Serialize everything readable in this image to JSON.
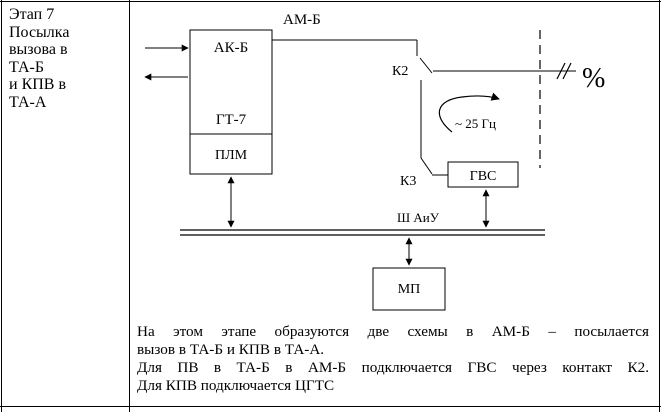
{
  "stage": {
    "lines": [
      "Этап 7",
      "Посылка",
      "вызова в",
      "ТА-Б",
      "и КПВ в",
      "ТА-А"
    ]
  },
  "diagram": {
    "station_label": "АМ-Б",
    "block_ak": "АК-Б",
    "block_gt": "ГТ-7",
    "block_plm": "ПЛМ",
    "block_gvs": "ГВС",
    "block_mp": "МП",
    "contact_k2": "К2",
    "contact_k3": "К3",
    "bus_label": "Ш АиУ",
    "freq_label": "~ 25 Гц",
    "line_end_symbol": "%"
  },
  "description": {
    "line1": "На этом этапе образуются две схемы в АМ-Б – посылается",
    "line2": "вызов в ТА-Б и  КПВ в ТА-А.",
    "line3": "Для ПВ в ТА-Б в АМ-Б подключается ГВС через контакт К2.",
    "line4": "Для КПВ подключается ЦГТС"
  }
}
